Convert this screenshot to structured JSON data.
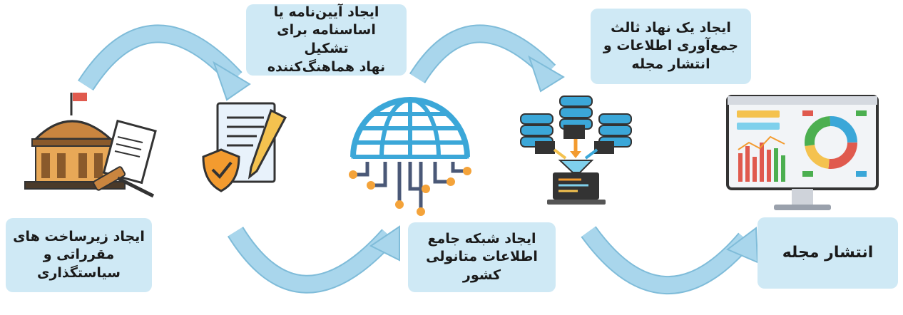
{
  "steps": [
    {
      "id": "regulatory",
      "lines": [
        "ایجاد زیرساخت های",
        "مقرراتی و سیاستگذاری"
      ]
    },
    {
      "id": "bylaws",
      "lines": [
        "ایجاد آیین‌نامه یا",
        "اساسنامه برای تشکیل",
        "نهاد هماهنگ‌کننده"
      ]
    },
    {
      "id": "network",
      "lines": [
        "ایجاد شبکه جامع",
        "اطلاعات متانولی کشور"
      ]
    },
    {
      "id": "third-party",
      "lines": [
        "ایجاد یک نهاد ثالث",
        "جمع‌آوری اطلاعات و",
        "انتشار مجله"
      ]
    },
    {
      "id": "publish",
      "lines": [
        "انتشار مجله"
      ]
    }
  ],
  "icons": {
    "step1": "courthouse-law-icon",
    "step2": "document-pen-shield-icon",
    "step3": "globe-network-icon",
    "step4": "database-funnel-laptop-icon",
    "step5": "dashboard-monitor-icon"
  },
  "colors": {
    "box": "#cfe9f5",
    "arrow": "#a9d6ec",
    "arrowStroke": "#7fbcd9",
    "globe": "#3ba7d8",
    "node": "#f4a33a",
    "circuit": "#4a5877"
  }
}
